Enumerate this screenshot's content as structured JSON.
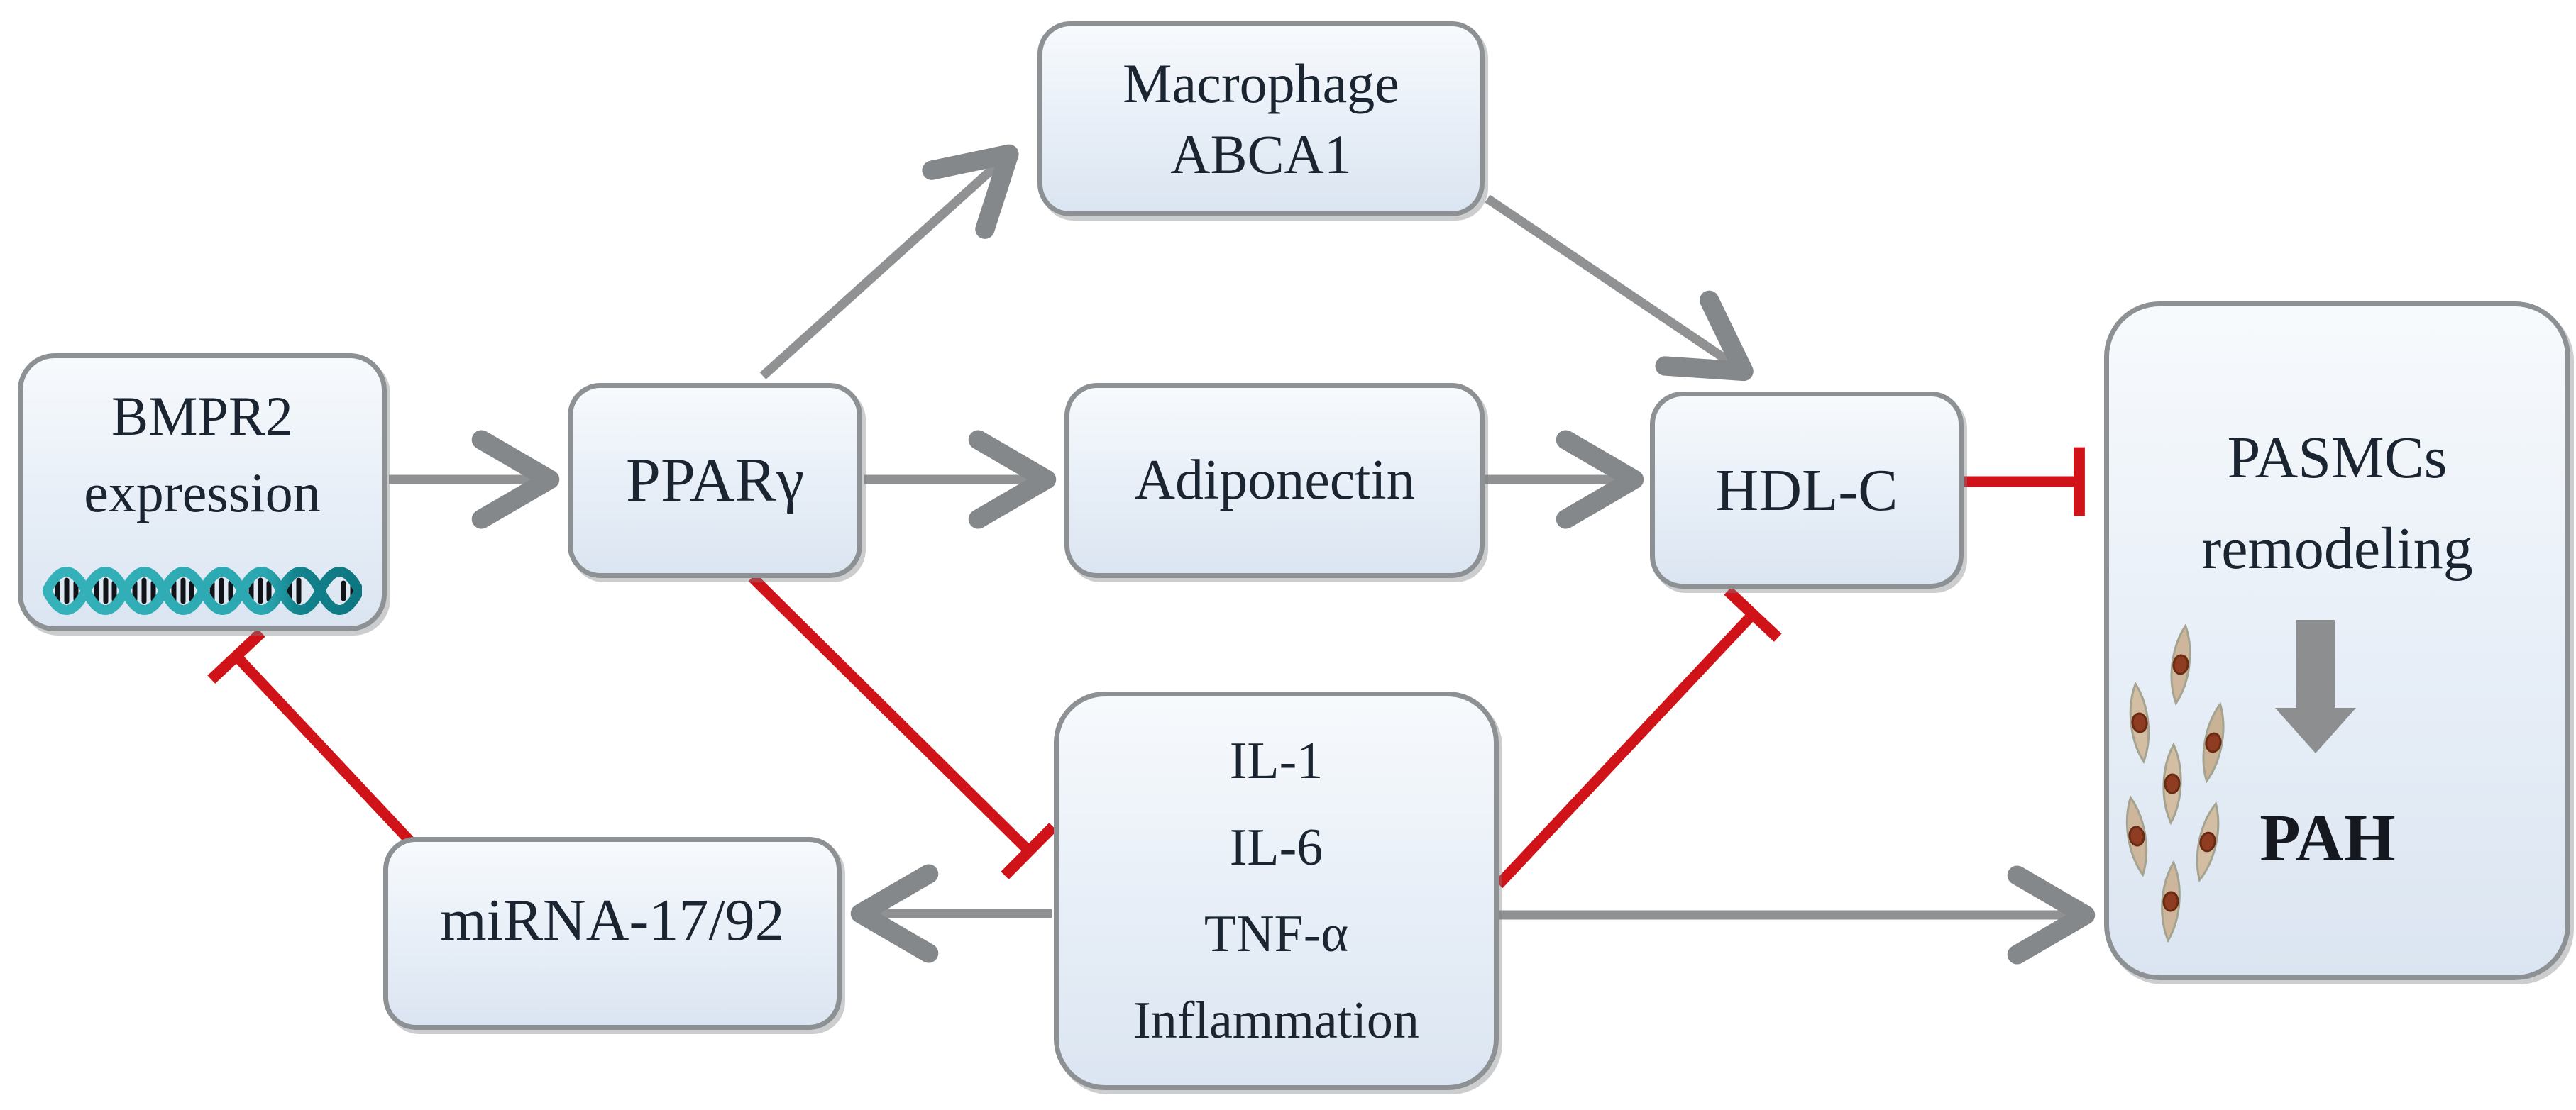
{
  "diagram": {
    "nodes": {
      "bmpr2": {
        "line1": "BMPR2",
        "line2": "expression"
      },
      "pparg": {
        "label": "PPARγ"
      },
      "macrophage": {
        "line1": "Macrophage",
        "line2": "ABCA1"
      },
      "adiponectin": {
        "label": "Adiponectin"
      },
      "hdlc": {
        "label": "HDL-C"
      },
      "inflammation": {
        "line1": "IL-1",
        "line2": "IL-6",
        "line3": "TNF-α",
        "line4": "Inflammation"
      },
      "mirna": {
        "label": "miRNA-17/92"
      },
      "pasmcs": {
        "line1": "PASMCs",
        "line2": "remodeling",
        "outcome_label": "PAH"
      }
    },
    "edges": [
      {
        "from": "BMPR2 expression",
        "to": "PPARγ",
        "type": "activation"
      },
      {
        "from": "PPARγ",
        "to": "Macrophage ABCA1",
        "type": "activation"
      },
      {
        "from": "PPARγ",
        "to": "Adiponectin",
        "type": "activation"
      },
      {
        "from": "Macrophage ABCA1",
        "to": "HDL-C",
        "type": "activation"
      },
      {
        "from": "Adiponectin",
        "to": "HDL-C",
        "type": "activation"
      },
      {
        "from": "PPARγ",
        "to": "IL-1 / IL-6 / TNF-α Inflammation",
        "type": "inhibition"
      },
      {
        "from": "IL-1 / IL-6 / TNF-α Inflammation",
        "to": "HDL-C",
        "type": "inhibition"
      },
      {
        "from": "IL-1 / IL-6 / TNF-α Inflammation",
        "to": "miRNA-17/92",
        "type": "activation"
      },
      {
        "from": "IL-1 / IL-6 / TNF-α Inflammation",
        "to": "PASMCs remodeling",
        "type": "activation"
      },
      {
        "from": "miRNA-17/92",
        "to": "BMPR2 expression",
        "type": "inhibition"
      },
      {
        "from": "HDL-C",
        "to": "PASMCs remodeling",
        "type": "inhibition"
      },
      {
        "from": "PASMCs remodeling",
        "to": "PAH",
        "type": "leads_to"
      }
    ],
    "icons": {
      "dna": "dna-double-helix",
      "cells": "smooth-muscle-cells"
    },
    "colors": {
      "activation_line": "#8f9192",
      "inhibition_line": "#d01318",
      "node_border": "#8d9194",
      "node_fill_top": "#f7fafd",
      "node_fill_bottom": "#dbe5f1",
      "text": "#1b2431",
      "dna_teal": "#2aa7b0",
      "dna_teal_dark": "#0d7680",
      "cell_body": "#cdb69c",
      "cell_nucleus": "#8f3d22"
    }
  }
}
